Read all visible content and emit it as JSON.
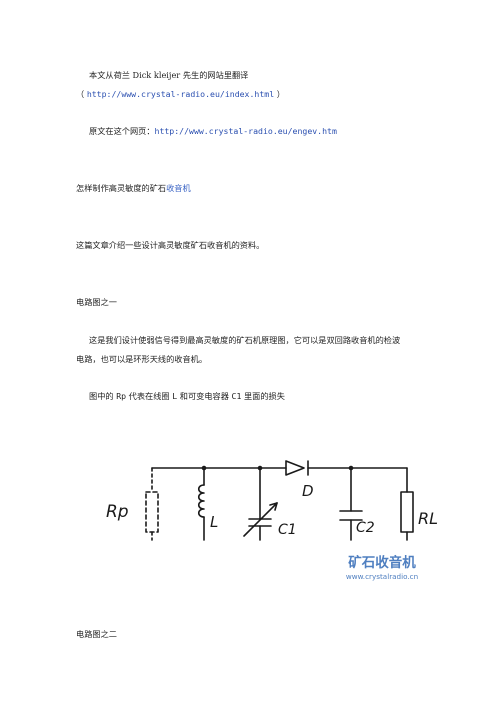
{
  "intro": {
    "translated_from": "本文从荷兰 Dick kleijer 先生的网站里翻译",
    "paren_open": "（",
    "source_url": "http://www.crystal-radio.eu/index.html",
    "paren_close": "）",
    "original_label": "原文在这个网页：",
    "original_url": "http://www.crystal-radio.eu/engev.htm"
  },
  "title": {
    "prefix": "怎样制作高灵敏度的矿石",
    "accent": "收音机",
    "accent_color": "#3a63c4"
  },
  "summary": "这篇文章介绍一些设计高灵敏度矿石收音机的资料。",
  "section1": {
    "heading": "电路图之一",
    "para1_line1": "这是我们设计使弱信号得到最高灵敏度的矿石机原理图，它可以是双回路收音机的检波",
    "para1_line2": "电路，也可以是环形天线的收音机。",
    "para2_a": "图中的",
    "para2_rp": "Rp",
    "para2_b": "代表在线圈",
    "para2_l": "L",
    "para2_c": "和可变电容器",
    "para2_c1": "C1",
    "para2_d": "里面的损失"
  },
  "circuit": {
    "labels": {
      "rp": "Rp",
      "l": "L",
      "c1": "C1",
      "d": "D",
      "c2": "C2",
      "rl": "RL"
    },
    "watermark_cn": "矿石收音机",
    "watermark_url": "www.crystalradio.cn",
    "ink_color": "#1a1a1a",
    "watermark_color": "#4f7fc0"
  },
  "section2": {
    "heading": "电路图之二"
  }
}
